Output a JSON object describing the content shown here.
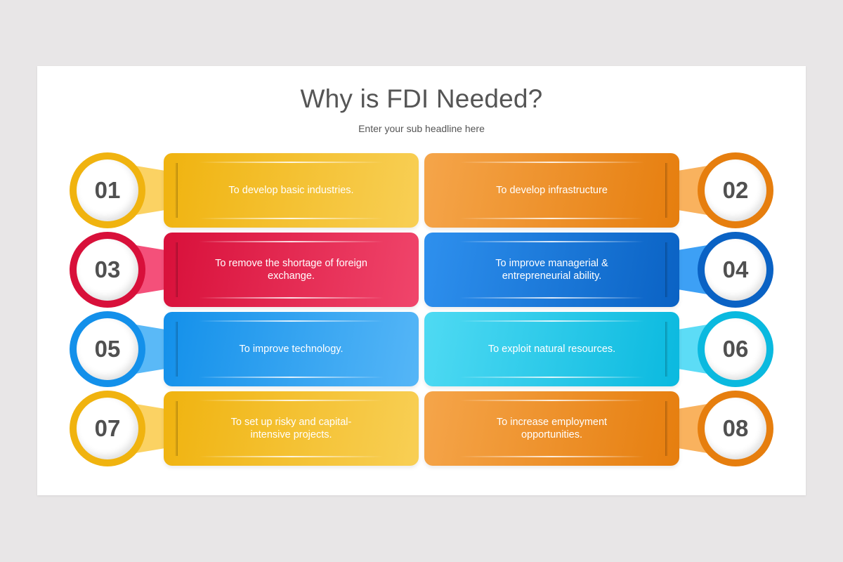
{
  "slide": {
    "title": "Why is FDI Needed?",
    "subtitle": "Enter your sub headline here"
  },
  "items": [
    {
      "number": "01",
      "text": "To develop basic industries.",
      "side": "left",
      "color": "#f0b30f",
      "color_light": "#f8cf55",
      "connector": "#fbd263"
    },
    {
      "number": "02",
      "text": "To develop infrastructure",
      "side": "right",
      "color": "#e67e0e",
      "color_light": "#f5a54a",
      "connector": "#f9b25e"
    },
    {
      "number": "03",
      "text": "To remove the shortage of foreign exchange.",
      "side": "left",
      "color": "#d8103a",
      "color_light": "#f0456b",
      "connector": "#f4507a"
    },
    {
      "number": "04",
      "text": "To improve managerial & entrepreneurial ability.",
      "side": "right",
      "color": "#0a62c4",
      "color_light": "#2e90ee",
      "connector": "#3da0f5"
    },
    {
      "number": "05",
      "text": "To improve technology.",
      "side": "left",
      "color": "#1390ea",
      "color_light": "#55b6f7",
      "connector": "#5ab9f7"
    },
    {
      "number": "06",
      "text": "To exploit natural resources.",
      "side": "right",
      "color": "#0ab9df",
      "color_light": "#4fdaf3",
      "connector": "#5cdcf6"
    },
    {
      "number": "07",
      "text": "To set up risky and capital-intensive projects.",
      "side": "left",
      "color": "#f0b30f",
      "color_light": "#f8cf55",
      "connector": "#fbd263"
    },
    {
      "number": "08",
      "text": "To increase employment opportunities.",
      "side": "right",
      "color": "#e67e0e",
      "color_light": "#f5a54a",
      "connector": "#f9b25e"
    }
  ]
}
